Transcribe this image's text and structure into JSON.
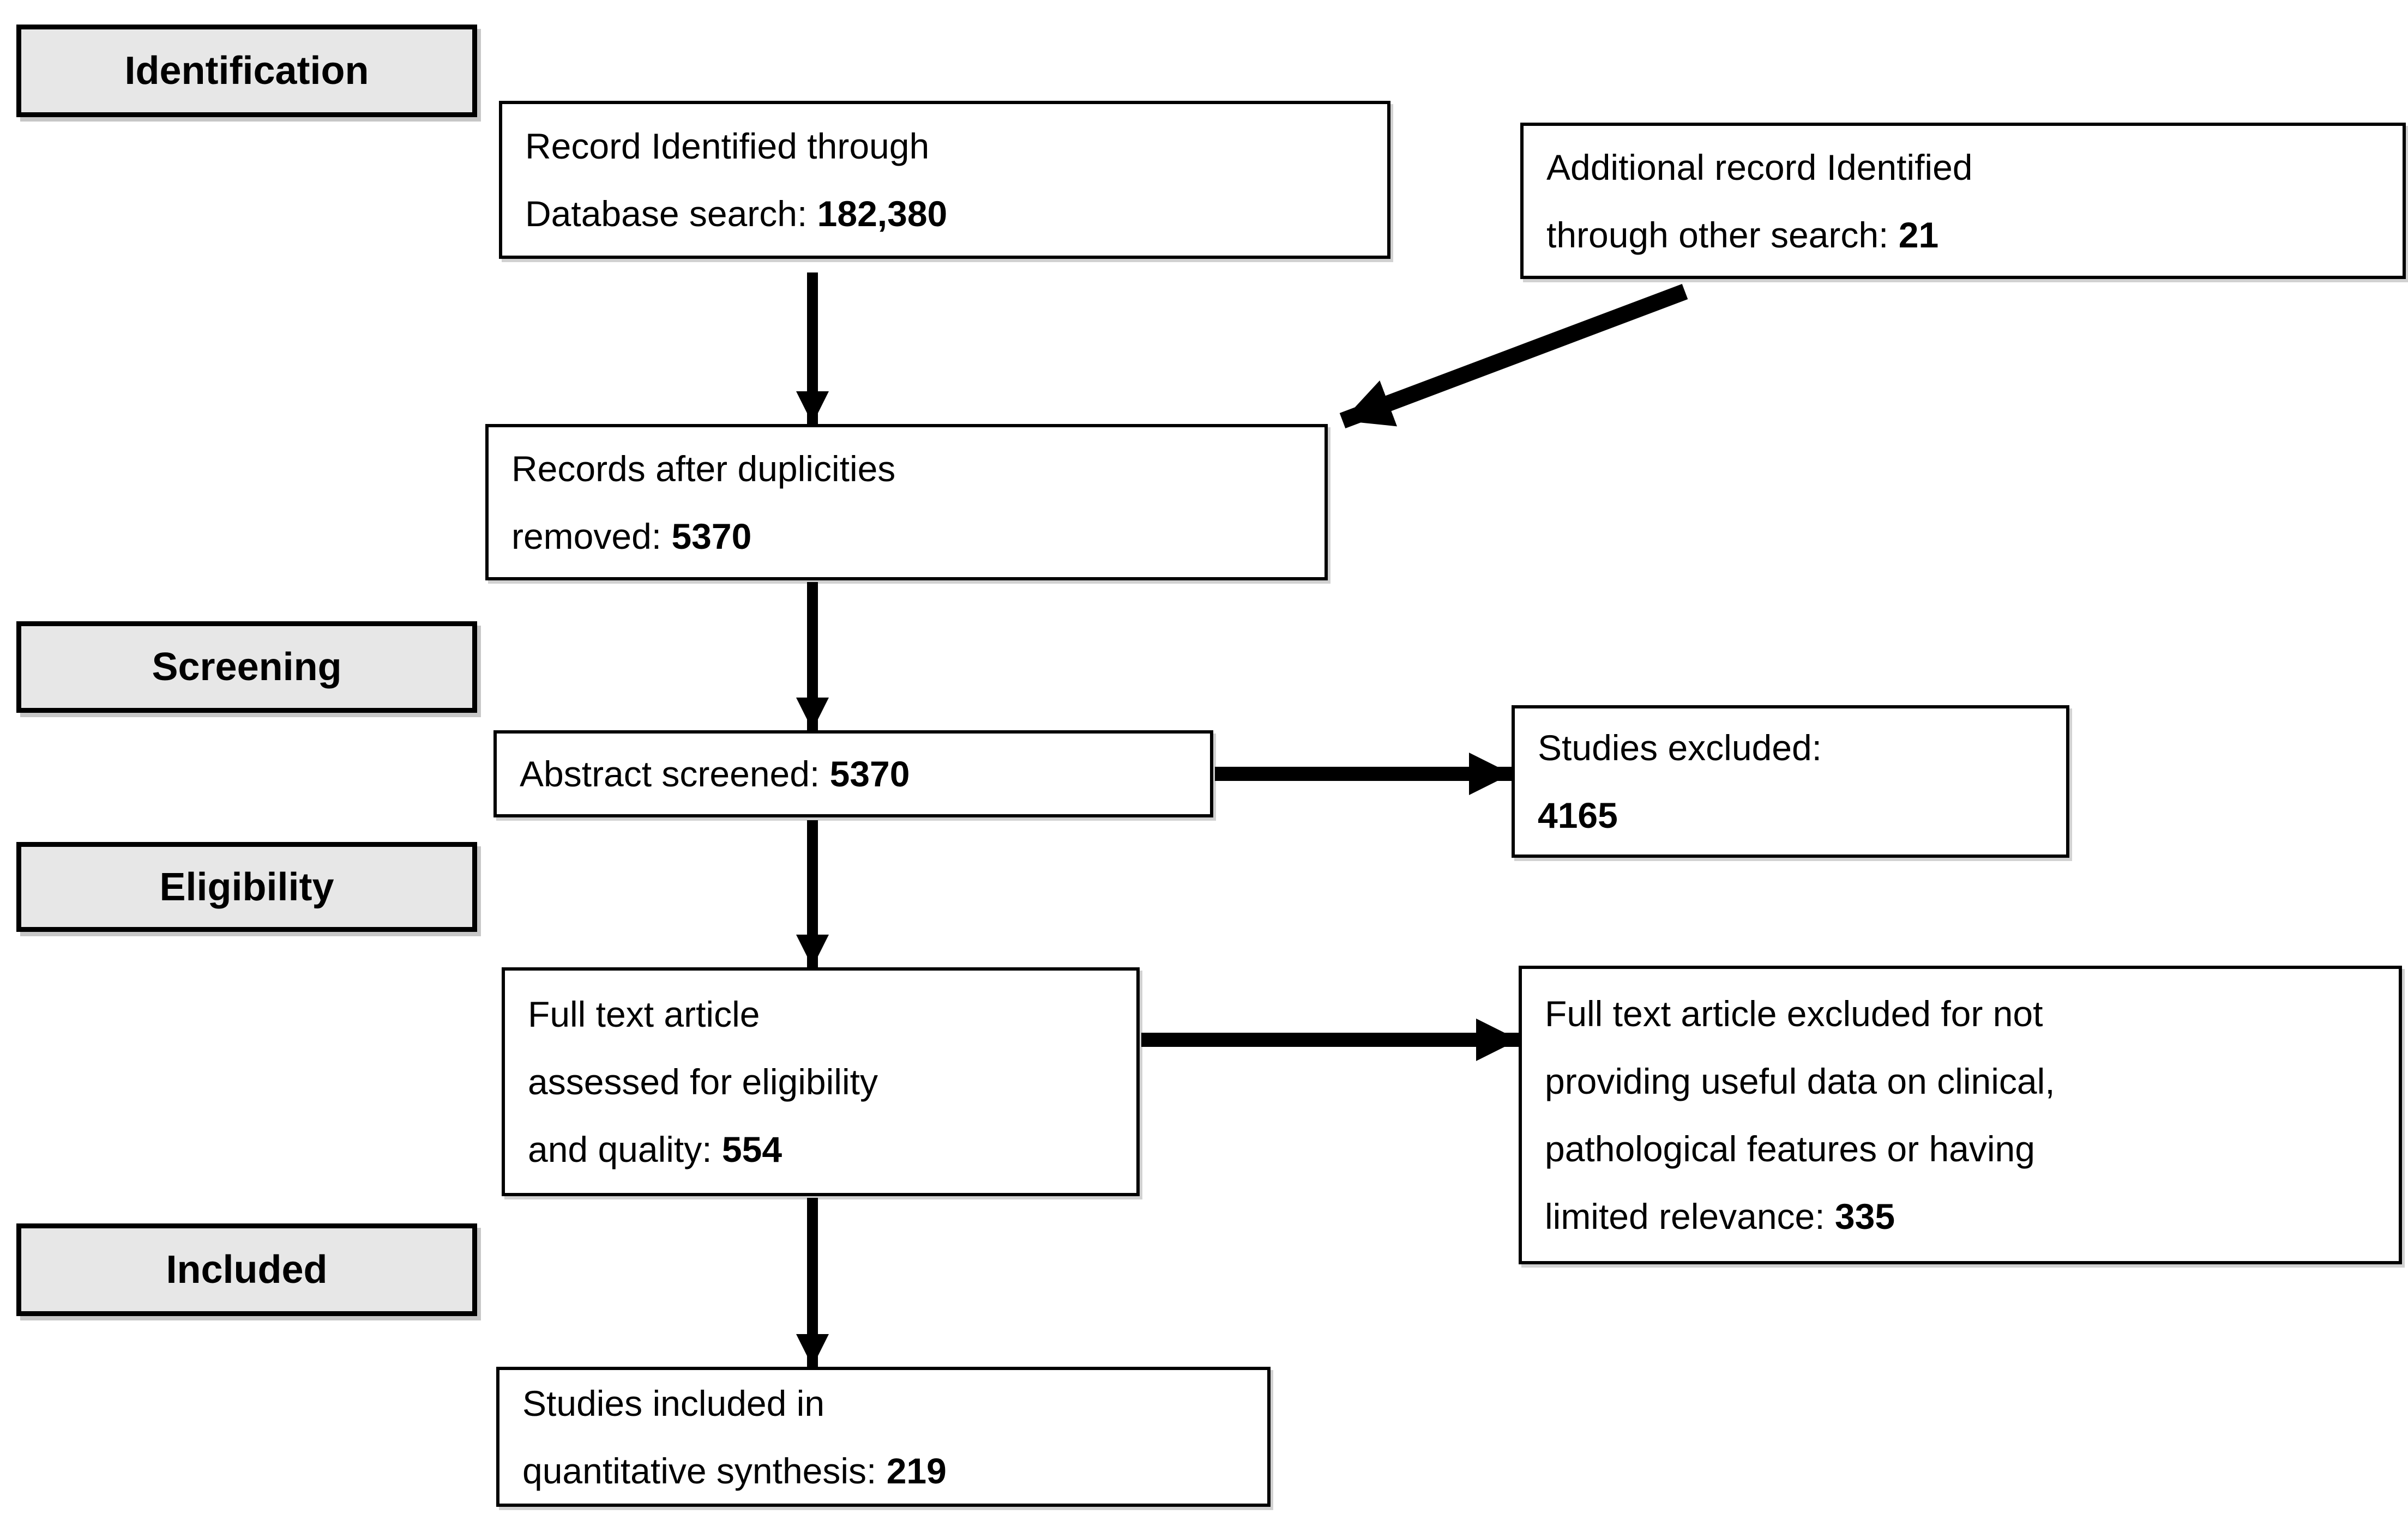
{
  "diagram": {
    "stages": [
      {
        "label": "Identification"
      },
      {
        "label": "Screening"
      },
      {
        "label": "Eligibility"
      },
      {
        "label": "Included"
      }
    ],
    "boxes": {
      "records_identified": {
        "lines": [
          "Record Identified through",
          "Database search:"
        ],
        "value": "182,380"
      },
      "additional_records": {
        "lines": [
          "Additional record Identified",
          "through other search:"
        ],
        "value": "21"
      },
      "after_duplicates": {
        "lines": [
          "Records after duplicities",
          "removed:"
        ],
        "value": "5370"
      },
      "abstract_screened": {
        "lines": [
          "Abstract screened:"
        ],
        "value": "5370"
      },
      "studies_excluded": {
        "lines": [
          "Studies excluded:"
        ],
        "value": "4165"
      },
      "fulltext_assessed": {
        "lines": [
          "Full text article",
          "assessed for eligibility",
          "and quality:"
        ],
        "value": "554"
      },
      "fulltext_excluded": {
        "lines": [
          "Full text article excluded for not",
          "providing useful data on clinical,",
          "pathological features or having",
          "limited relevance:"
        ],
        "value": "335"
      },
      "included_synthesis": {
        "lines": [
          "Studies included in",
          "quantitative synthesis:"
        ],
        "value": "219"
      }
    },
    "colors": {
      "background": "#ffffff",
      "text": "#000000",
      "border": "#000000",
      "label_bg": "#e7e7e7",
      "arrow": "#000000"
    }
  }
}
